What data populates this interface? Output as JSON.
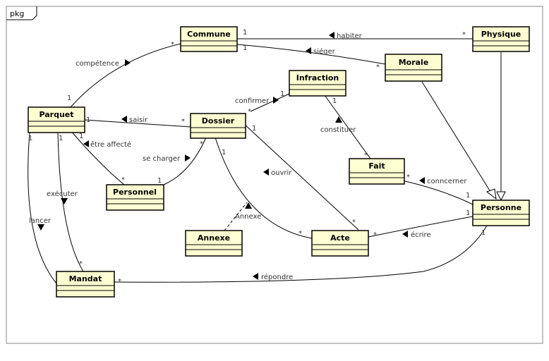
{
  "package": {
    "label": "pkg"
  },
  "classes": {
    "commune": "Commune",
    "physique": "Physique",
    "morale": "Morale",
    "infraction": "Infraction",
    "parquet": "Parquet",
    "dossier": "Dossier",
    "fait": "Fait",
    "personnel": "Personnel",
    "personne": "Personne",
    "annexe": "Annexe",
    "acte": "Acte",
    "mandat": "Mandat"
  },
  "associations": {
    "competence": "compétence",
    "habiter": "habiter",
    "sieger": "siéger",
    "confirmer": "confirmer",
    "saisir": "saisir",
    "etre_affecte": "être affecté",
    "se_charger": "se charger",
    "constituer": "constituer",
    "ouvrir": "ouvrir",
    "conncerner": "conncerner",
    "executer": "exécuter",
    "lancer": "lancer",
    "annexe": "Annexe",
    "ecrire": "écrire",
    "repondre": "répondre"
  },
  "multiplicities": {
    "one": "1",
    "many": "*"
  }
}
